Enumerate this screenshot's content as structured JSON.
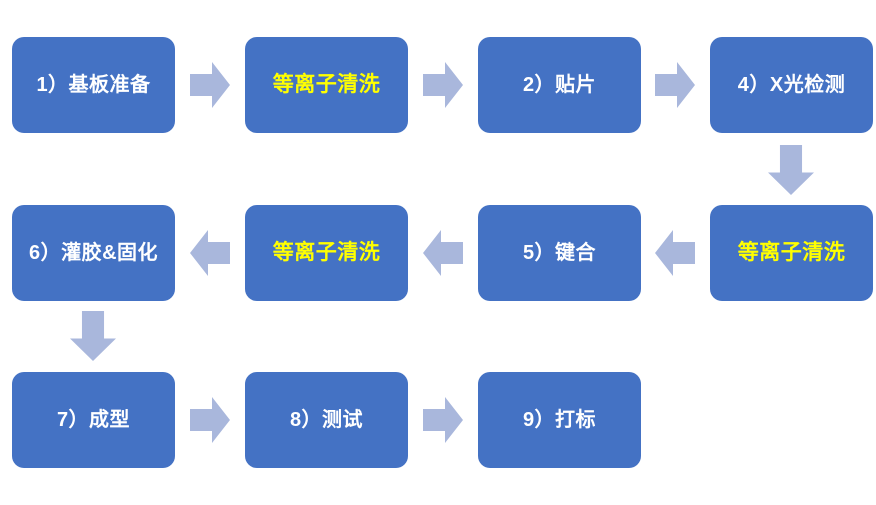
{
  "diagram": {
    "type": "flowchart",
    "background_color": "#FFFFFF",
    "node_fill_color": "#4472C4",
    "arrow_fill_color": "#A9B7DC",
    "label_color_default": "#FFFFFF",
    "label_color_highlight": "#FFFF00"
  },
  "rows": [
    {
      "direction": "right",
      "boxes": [
        {
          "label": "1）基板准备",
          "highlight": false
        },
        {
          "label": "等离子清洗",
          "highlight": true
        },
        {
          "label": "2）贴片",
          "highlight": false
        },
        {
          "label": "4）X光检测",
          "highlight": false
        }
      ]
    },
    {
      "direction": "left",
      "boxes": [
        {
          "label": "6）灌胶&固化",
          "highlight": false
        },
        {
          "label": "等离子清洗",
          "highlight": true
        },
        {
          "label": "5）键合",
          "highlight": false
        },
        {
          "label": "等离子清洗",
          "highlight": true
        }
      ]
    },
    {
      "direction": "right",
      "boxes": [
        {
          "label": "7）成型",
          "highlight": false
        },
        {
          "label": "8）测试",
          "highlight": false
        },
        {
          "label": "9）打标",
          "highlight": false
        }
      ]
    }
  ]
}
